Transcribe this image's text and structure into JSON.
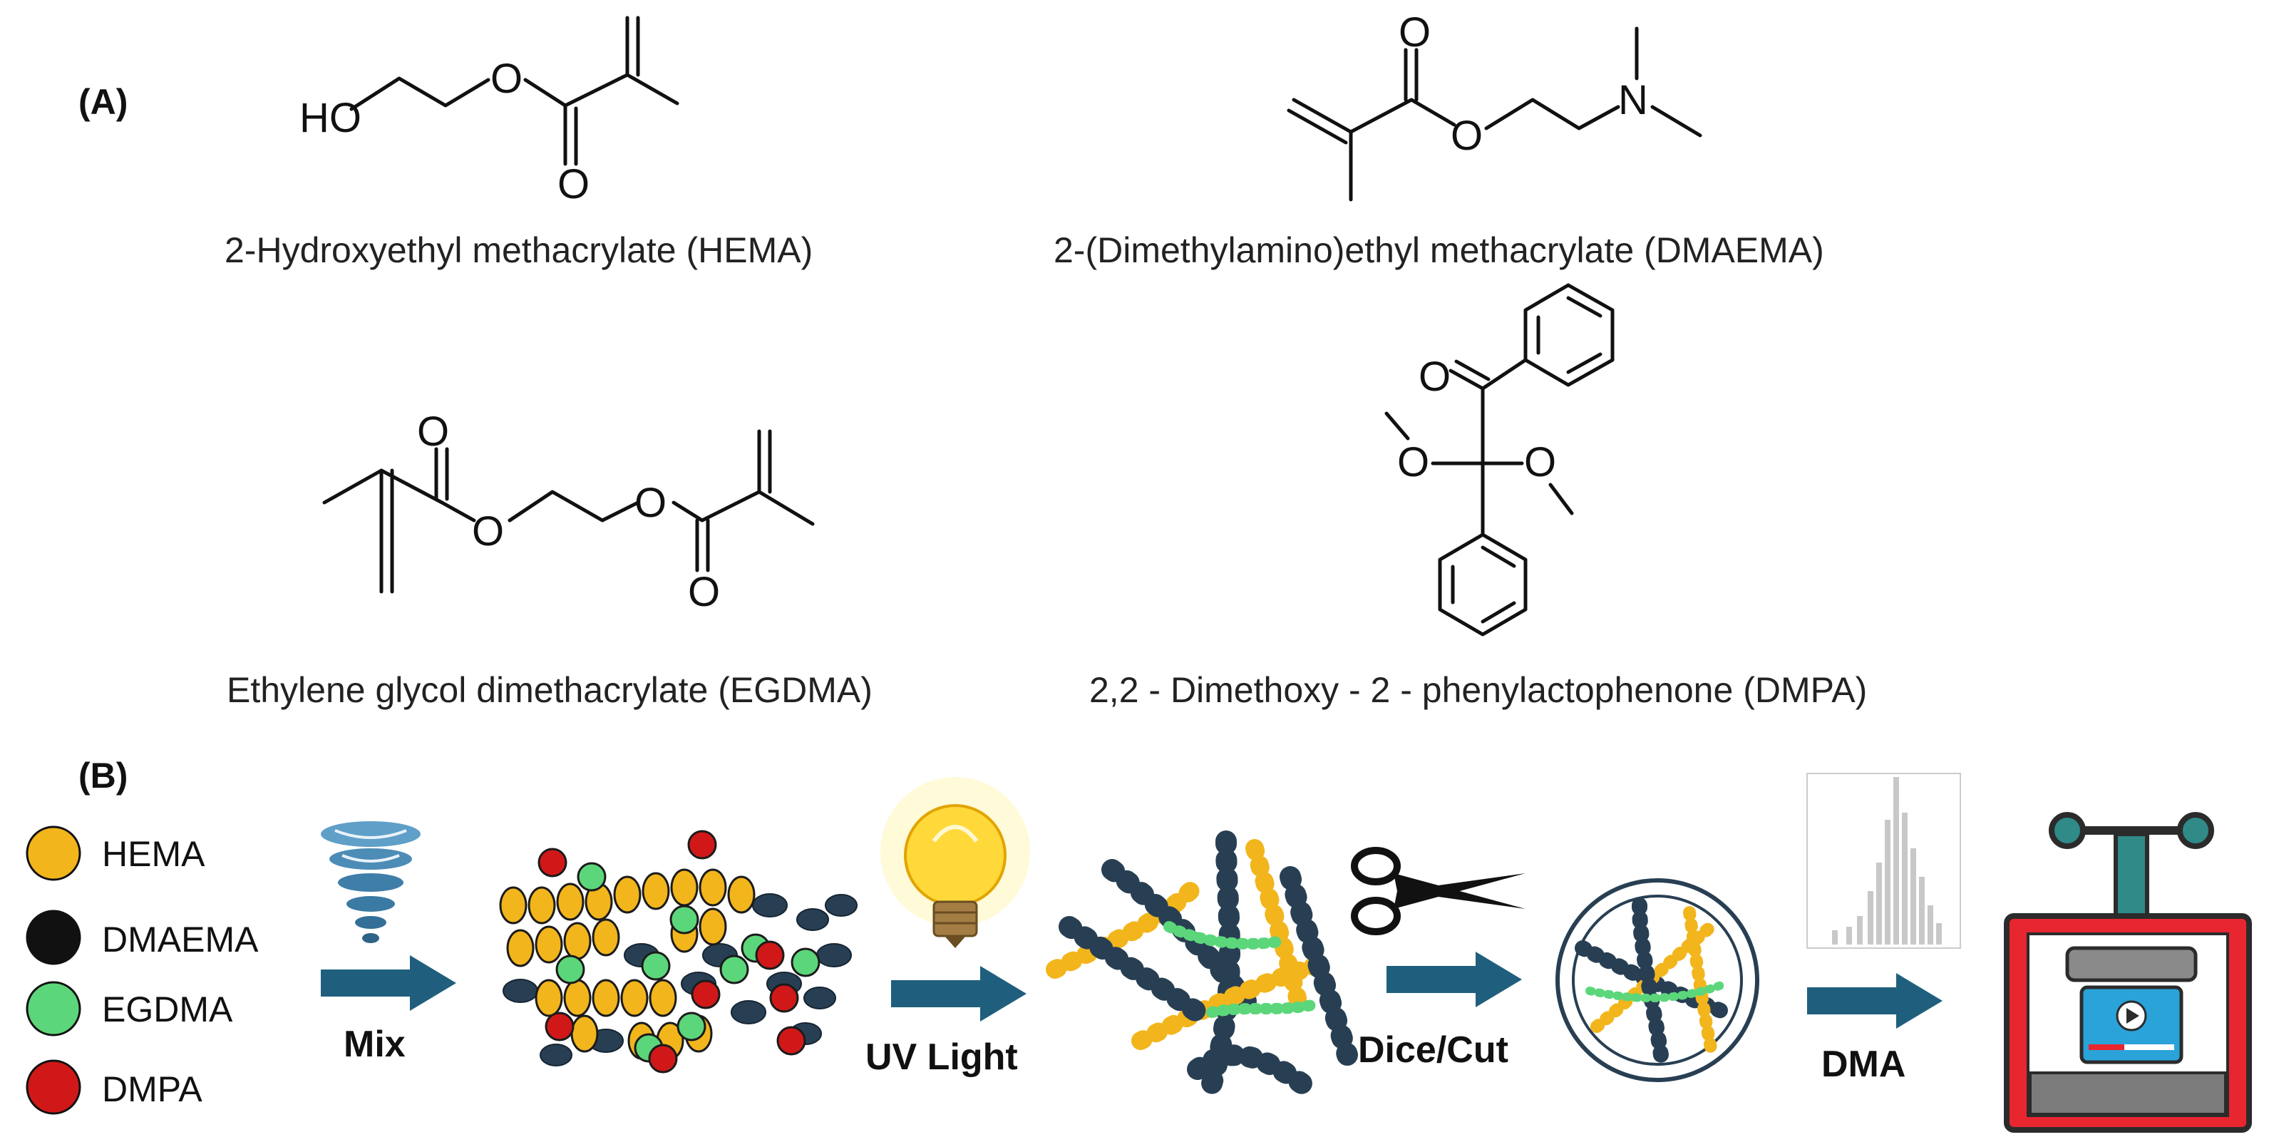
{
  "panels": {
    "a": "(A)",
    "b": "(B)"
  },
  "molecules": {
    "hema": {
      "caption": "2-Hydroxyethyl methacrylate (HEMA)",
      "ho": "HO",
      "o_ester": "O",
      "o_carbonyl": "O"
    },
    "dmaema": {
      "caption": "2-(Dimethylamino)ethyl methacrylate (DMAEMA)",
      "o_carbonyl": "O",
      "o_ester": "O",
      "n": "N"
    },
    "egdma": {
      "caption": "Ethylene glycol dimethacrylate (EGDMA)",
      "o_carbonyl1": "O",
      "o_ester1": "O",
      "o_ester2": "O",
      "o_carbonyl2": "O"
    },
    "dmpa": {
      "caption": "2,2 - Dimethoxy - 2 - phenylactophenone (DMPA)",
      "o_carbonyl": "O",
      "o_methoxy1": "O",
      "o_methoxy2": "O"
    }
  },
  "legend": [
    {
      "label": "HEMA",
      "color": "#f2b51c"
    },
    {
      "label": "DMAEMA",
      "color": "#111111"
    },
    {
      "label": "EGDMA",
      "color": "#5cd67a"
    },
    {
      "label": "DMPA",
      "color": "#d01818"
    }
  ],
  "steps": [
    {
      "label": "Mix",
      "icon": "tornado-icon"
    },
    {
      "label": "UV Light",
      "icon": "light-bulb-icon"
    },
    {
      "label": "Dice/Cut",
      "icon": "scissors-icon"
    },
    {
      "label": "DMA",
      "icon": "histogram-icon"
    }
  ],
  "colors": {
    "arrow": "#1f5f7d",
    "polymer": "#283f53",
    "press_frame": "#e8262f",
    "press_screw": "#2f8a88",
    "screen": "#2aa3d9"
  }
}
